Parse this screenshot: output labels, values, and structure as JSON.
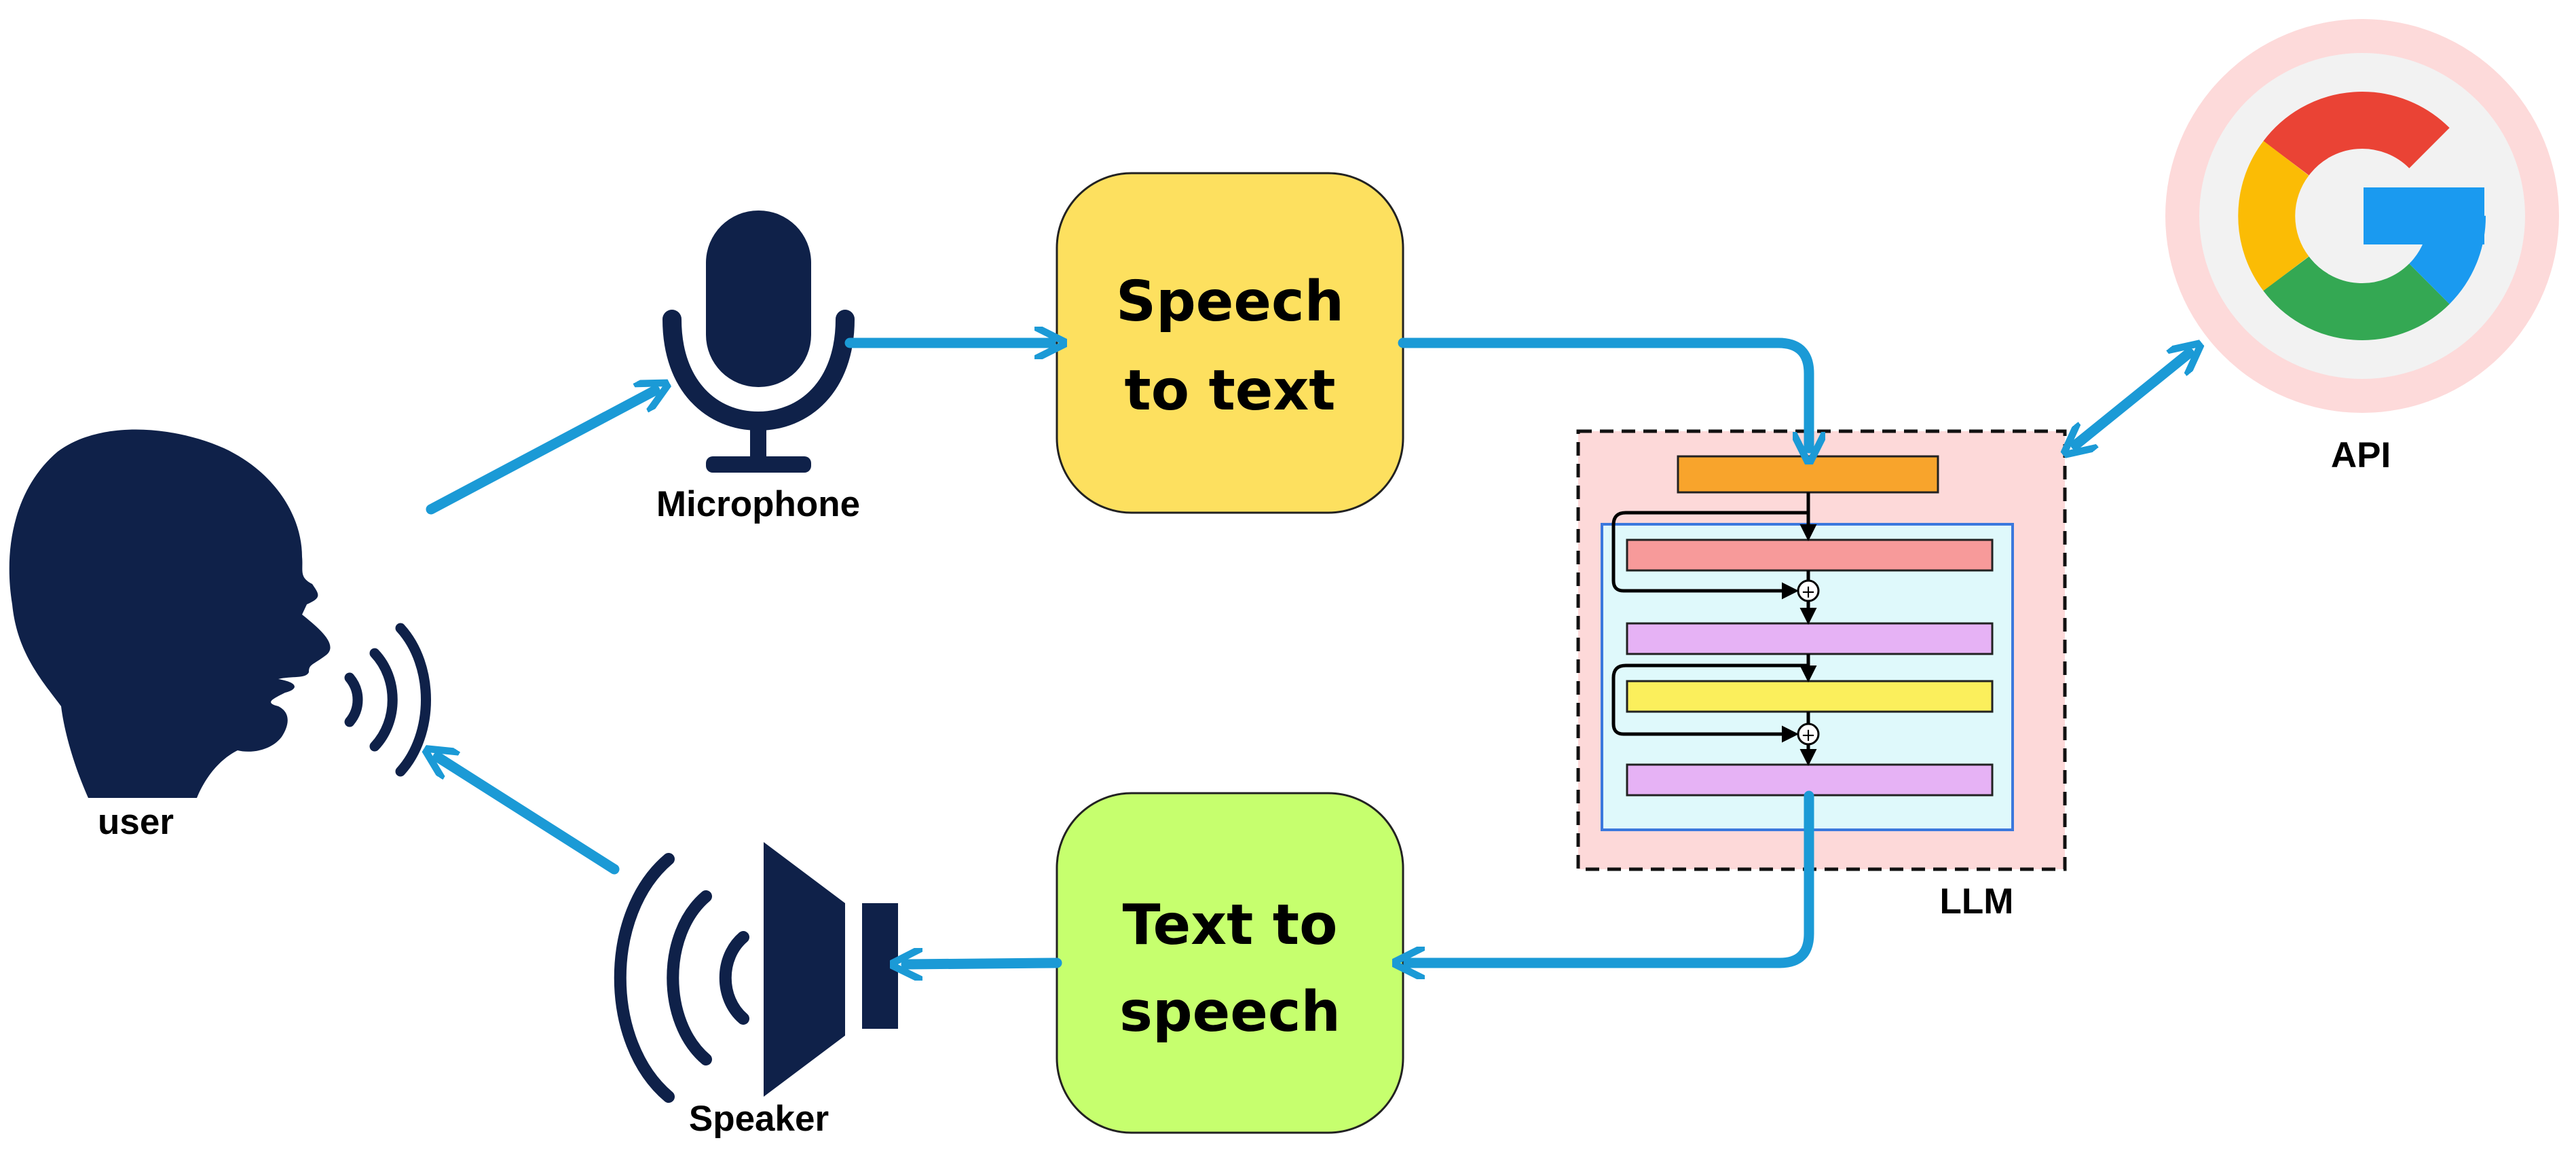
{
  "labels": {
    "user": "user",
    "microphone": "Microphone",
    "speaker": "Speaker",
    "llm": "LLM",
    "api": "API",
    "speech_to_text_line1": "Speech",
    "speech_to_text_line2": "to text",
    "text_to_speech_line1": "Text to",
    "text_to_speech_line2": "speech",
    "plus_symbol": "+"
  },
  "colors": {
    "arrow": "#1b9ad6",
    "icon_navy": "#0f2149",
    "speech_to_text_fill": "#fde05f",
    "text_to_speech_fill": "#c6ff6e",
    "llm_outer_fill": "#fdd9d9",
    "llm_inner_fill": "#dff9fb",
    "llm_inner_border": "#3b78dd",
    "layer_orange": "#f8a42c",
    "layer_red": "#f79a9a",
    "layer_violet": "#e6b2f5",
    "layer_yellow": "#fbef5c",
    "google_ring": "#fddada",
    "google_red": "#ea4335",
    "google_yellow": "#fbbc05",
    "google_green": "#34a853",
    "google_blue": "#1a9af0"
  },
  "icons": [
    "user-head-icon",
    "sound-waves-icon",
    "microphone-icon",
    "speaker-icon",
    "google-icon"
  ]
}
